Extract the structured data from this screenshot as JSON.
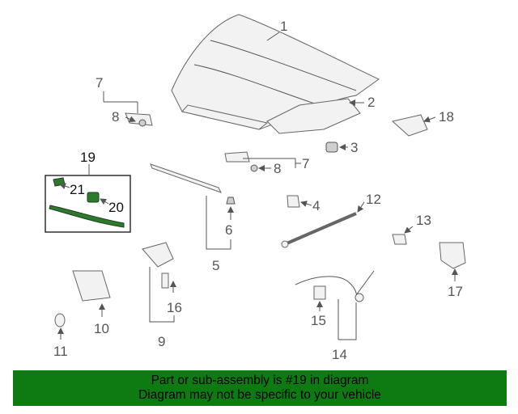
{
  "labels": {
    "p1": "1",
    "p2": "2",
    "p3": "3",
    "p4": "4",
    "p5": "5",
    "p6": "6",
    "p7a": "7",
    "p7b": "7",
    "p8a": "8",
    "p8b": "8",
    "p9": "9",
    "p10": "10",
    "p11": "11",
    "p12": "12",
    "p13": "13",
    "p14": "14",
    "p15": "15",
    "p16": "16",
    "p17": "17",
    "p18": "18",
    "p19": "19",
    "p20": "20",
    "p21": "21"
  },
  "banner": {
    "line1": "Part or sub-assembly is #19 in diagram",
    "line2": "Diagram may not be specific to your vehicle",
    "color": "#0d7a12"
  },
  "highlight_color": "#2d7a2d"
}
